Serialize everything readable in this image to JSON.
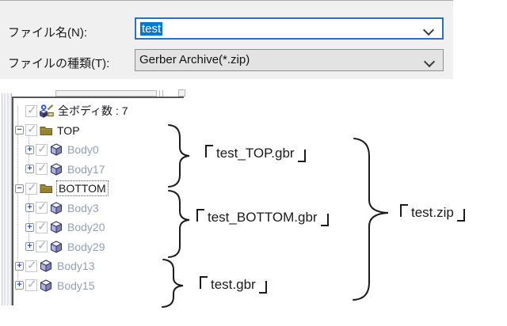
{
  "dialog": {
    "filename_label": "ファイル名(N):",
    "filename_value": "test",
    "filename_value_selected": true,
    "filetype_label": "ファイルの種類(T):",
    "filetype_value": "Gerber Archive(*.zip)"
  },
  "tree": {
    "rows": [
      {
        "label": "全ボディ数 : 7",
        "level": 0,
        "icon": "body-count",
        "expander": "none",
        "checked": true,
        "style": "header"
      },
      {
        "label": "TOP",
        "level": 0,
        "icon": "folder",
        "expander": "minus",
        "checked": true,
        "style": "header"
      },
      {
        "label": "Body0",
        "level": 1,
        "icon": "cube",
        "expander": "plus",
        "checked": true,
        "style": "body"
      },
      {
        "label": "Body17",
        "level": 1,
        "icon": "cube",
        "expander": "plus",
        "checked": true,
        "style": "body"
      },
      {
        "label": "BOTTOM",
        "level": 0,
        "icon": "folder",
        "expander": "minus",
        "checked": true,
        "style": "header",
        "focused": true
      },
      {
        "label": "Body3",
        "level": 1,
        "icon": "cube",
        "expander": "plus",
        "checked": true,
        "style": "body"
      },
      {
        "label": "Body20",
        "level": 1,
        "icon": "cube",
        "expander": "plus",
        "checked": true,
        "style": "body"
      },
      {
        "label": "Body29",
        "level": 1,
        "icon": "cube",
        "expander": "plus",
        "checked": true,
        "style": "body"
      },
      {
        "label": "Body13",
        "level": 0,
        "icon": "cube",
        "expander": "plus",
        "checked": true,
        "style": "body"
      },
      {
        "label": "Body15",
        "level": 0,
        "icon": "cube",
        "expander": "plus",
        "checked": true,
        "style": "body"
      }
    ]
  },
  "annotations": {
    "top_group": {
      "text": "「test_TOP.gbr」",
      "filename": "test_TOP.gbr"
    },
    "bottom_group": {
      "text": "「test_BOTTOM.gbr」",
      "filename": "test_BOTTOM.gbr"
    },
    "root_group": {
      "text": "「test.gbr」",
      "filename": "test.gbr"
    },
    "archive": {
      "text": "「test.zip」",
      "filename": "test.zip"
    }
  },
  "colors": {
    "selection_blue": "#0078d7",
    "focus_border_blue": "#2a70c2",
    "panel_gray": "#f0f0f0",
    "dropdown_gray": "#e3e3e3",
    "tree_border_dark": "#565656",
    "folder_olive": "#95832f",
    "cube_lavender_left": "#b0b2d8",
    "cube_lavender_right": "#8183b8",
    "expander_blue": "#2b50c8",
    "body_text_gray": "#93a0b2",
    "annotation_black": "#1b1b1b"
  }
}
